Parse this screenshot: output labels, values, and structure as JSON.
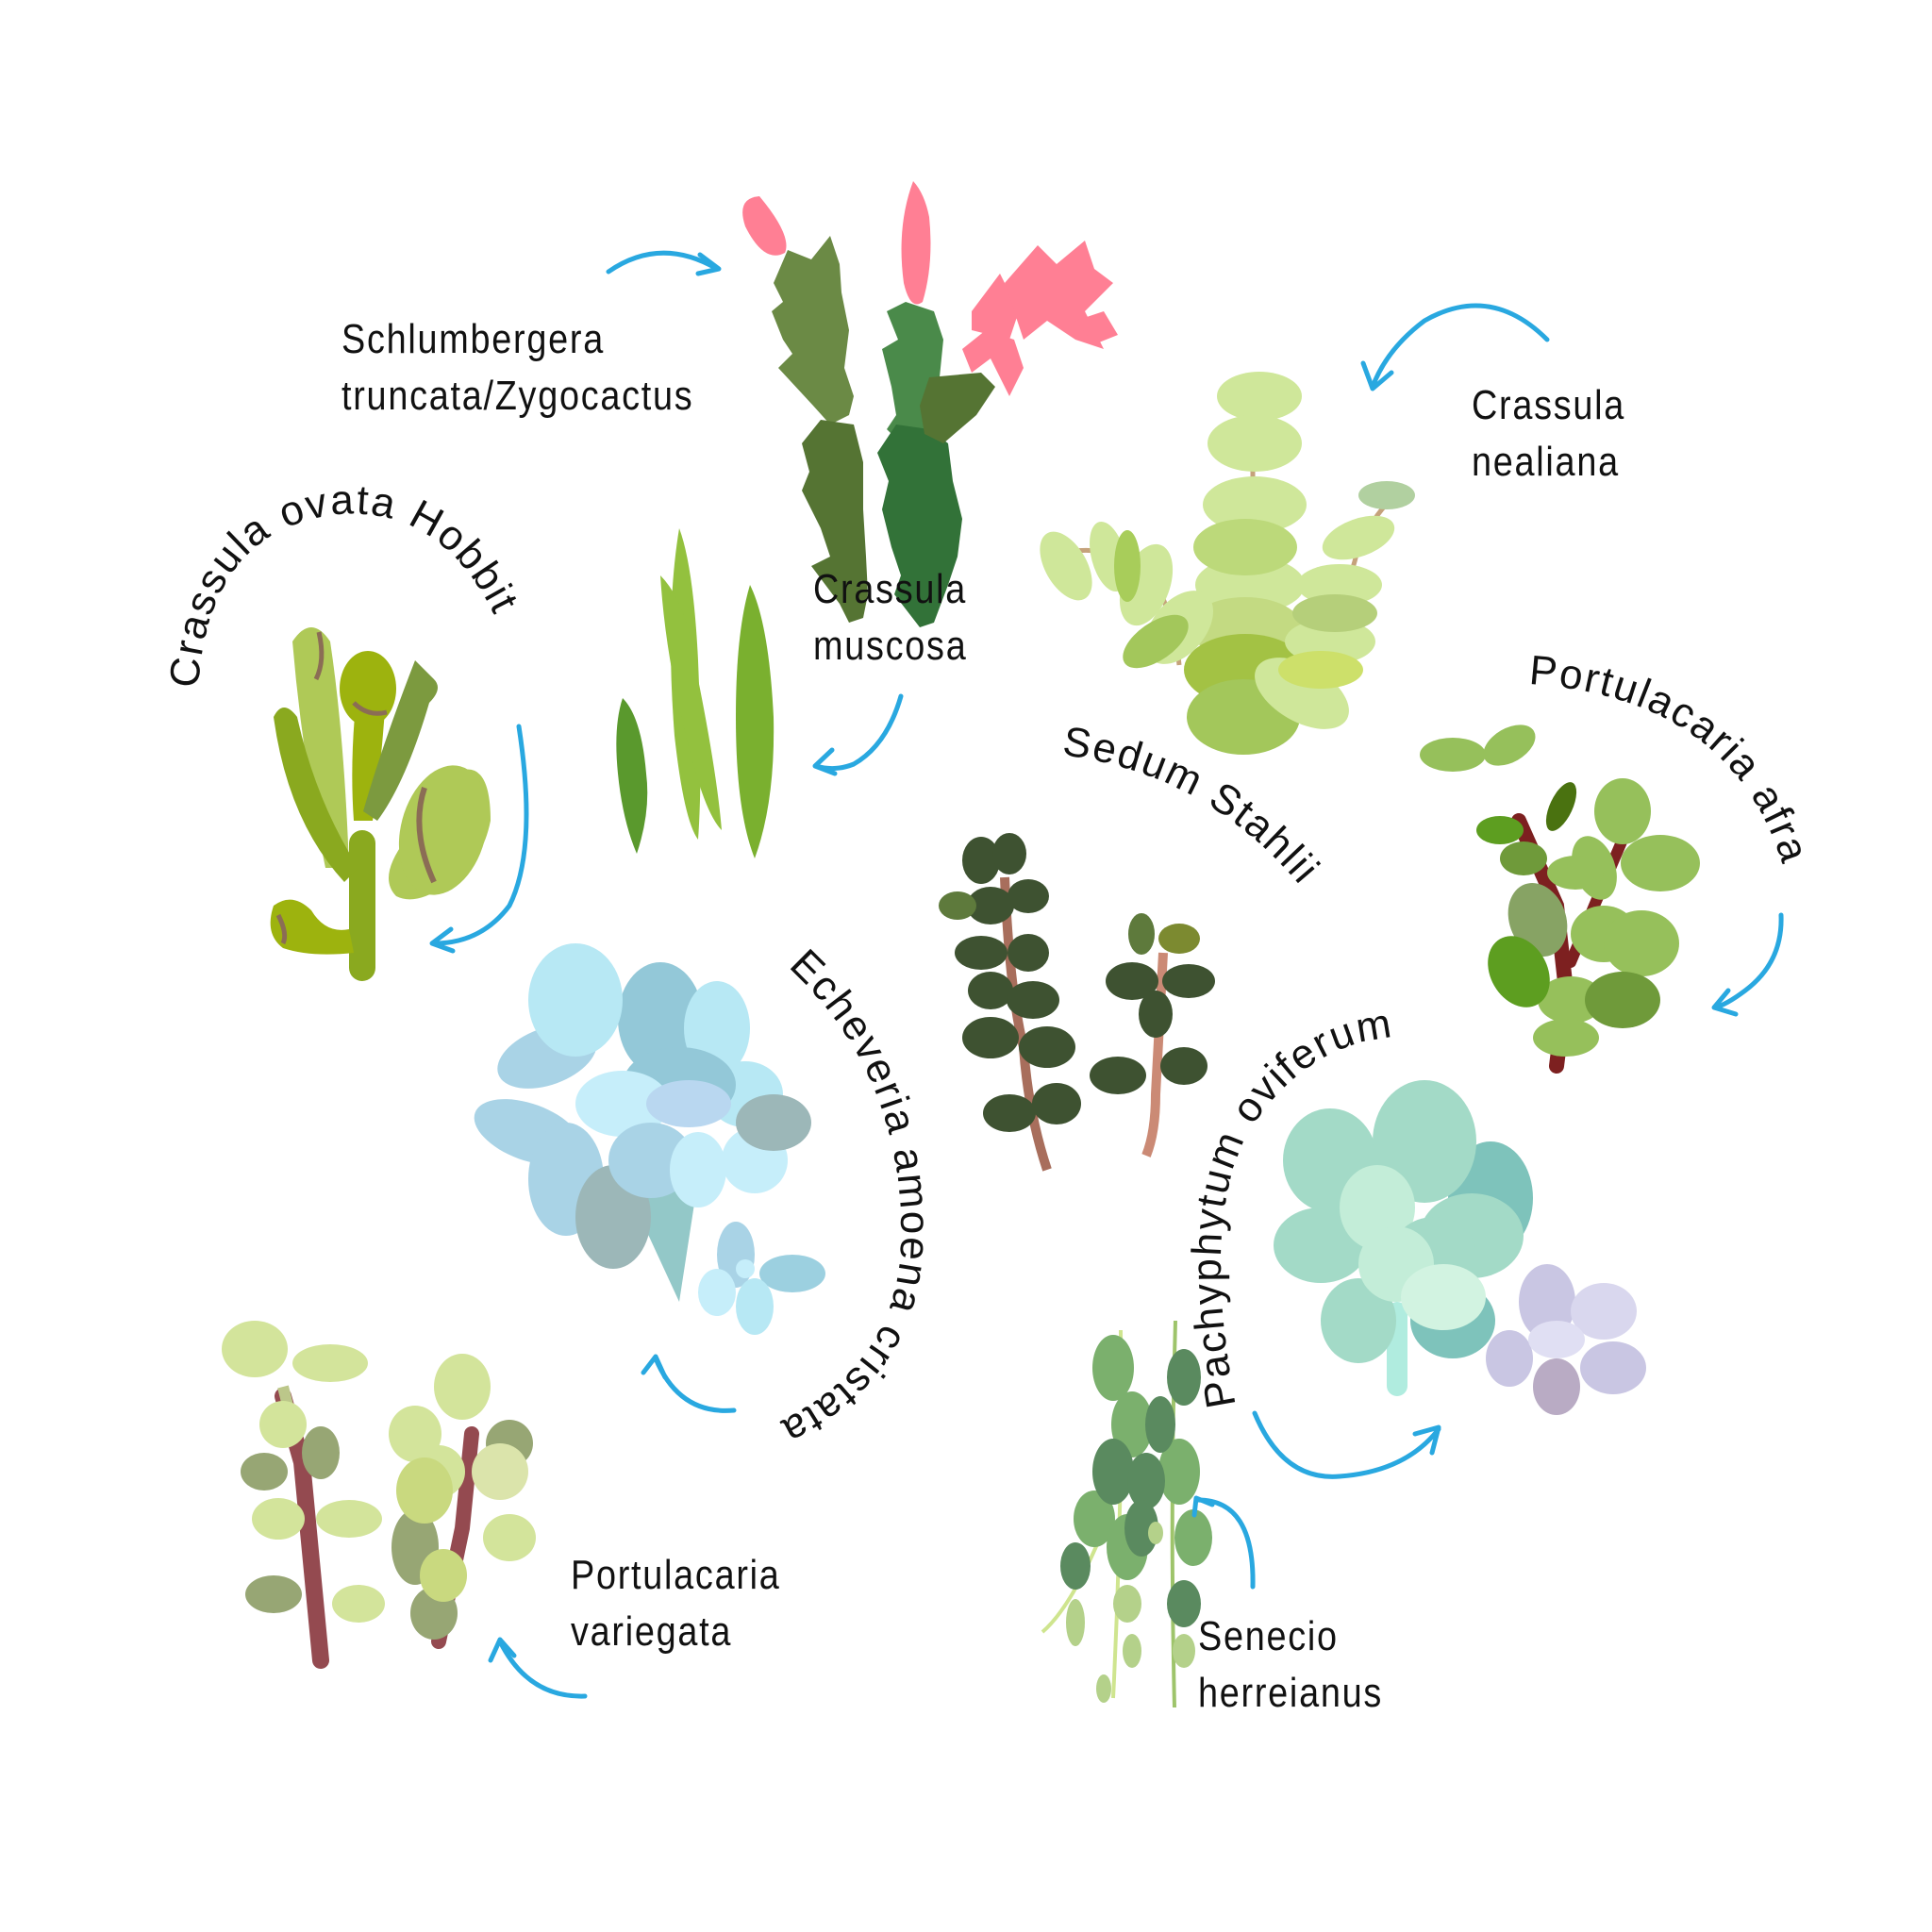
{
  "background_color": "#ffffff",
  "arrow_color": "#29a8e0",
  "text_color": "#111111",
  "plants": [
    {
      "id": "schlumbergera",
      "label_line1": "Schlumbergera",
      "label_line2": "truncata/Zygocactus",
      "colors": [
        "#6b8a45",
        "#557433",
        "#4a8a4a",
        "#327238",
        "#ff7f94"
      ]
    },
    {
      "id": "crassula-nealiana",
      "label_line1": "Crassula",
      "label_line2": "nealiana",
      "colors": [
        "#cfe79a",
        "#bcd97a",
        "#a3c244",
        "#c5a27b"
      ]
    },
    {
      "id": "crassula-ovata-hobbit",
      "label": "Crassula ovata Hobbit",
      "colors": [
        "#afc957",
        "#9db30e",
        "#7c9a3f",
        "#8aa91f",
        "#8b6d55"
      ]
    },
    {
      "id": "crassula-muscosa",
      "label_line1": "Crassula",
      "label_line2": "muscosa",
      "colors": [
        "#93c13e",
        "#7ab02f",
        "#5a992d"
      ]
    },
    {
      "id": "sedum-stahlii",
      "label": "Sedum Stahlii",
      "colors": [
        "#3e5231",
        "#5e7a3c",
        "#a86e5c",
        "#cb8a75"
      ]
    },
    {
      "id": "portulacaria-afra",
      "label": "Portulacaria afra",
      "colors": [
        "#96c05b",
        "#6f9a3a",
        "#5d9e20",
        "#7d2020"
      ]
    },
    {
      "id": "echeveria-amoena-cristata",
      "label": "Echeveria amoena cristata",
      "colors": [
        "#b7e8f4",
        "#93c8d8",
        "#a9d3e6",
        "#c6eefa",
        "#9cb7b8"
      ]
    },
    {
      "id": "pachyphytum-oviferum",
      "label": "Pachyphytum oviferum",
      "colors": [
        "#a3dac7",
        "#7ec3bb",
        "#c3edd8",
        "#b0ecdf",
        "#c9c6e3"
      ]
    },
    {
      "id": "portulacaria-variegata",
      "label_line1": "Portulacaria",
      "label_line2": "variegata",
      "colors": [
        "#d3e49b",
        "#97a674",
        "#c9d97f",
        "#944a50"
      ]
    },
    {
      "id": "senecio-herreianus",
      "label_line1": "Senecio",
      "label_line2": "herreianus",
      "colors": [
        "#7bb06d",
        "#5a8a5f",
        "#b4d18a",
        "#cfe58f"
      ]
    }
  ]
}
